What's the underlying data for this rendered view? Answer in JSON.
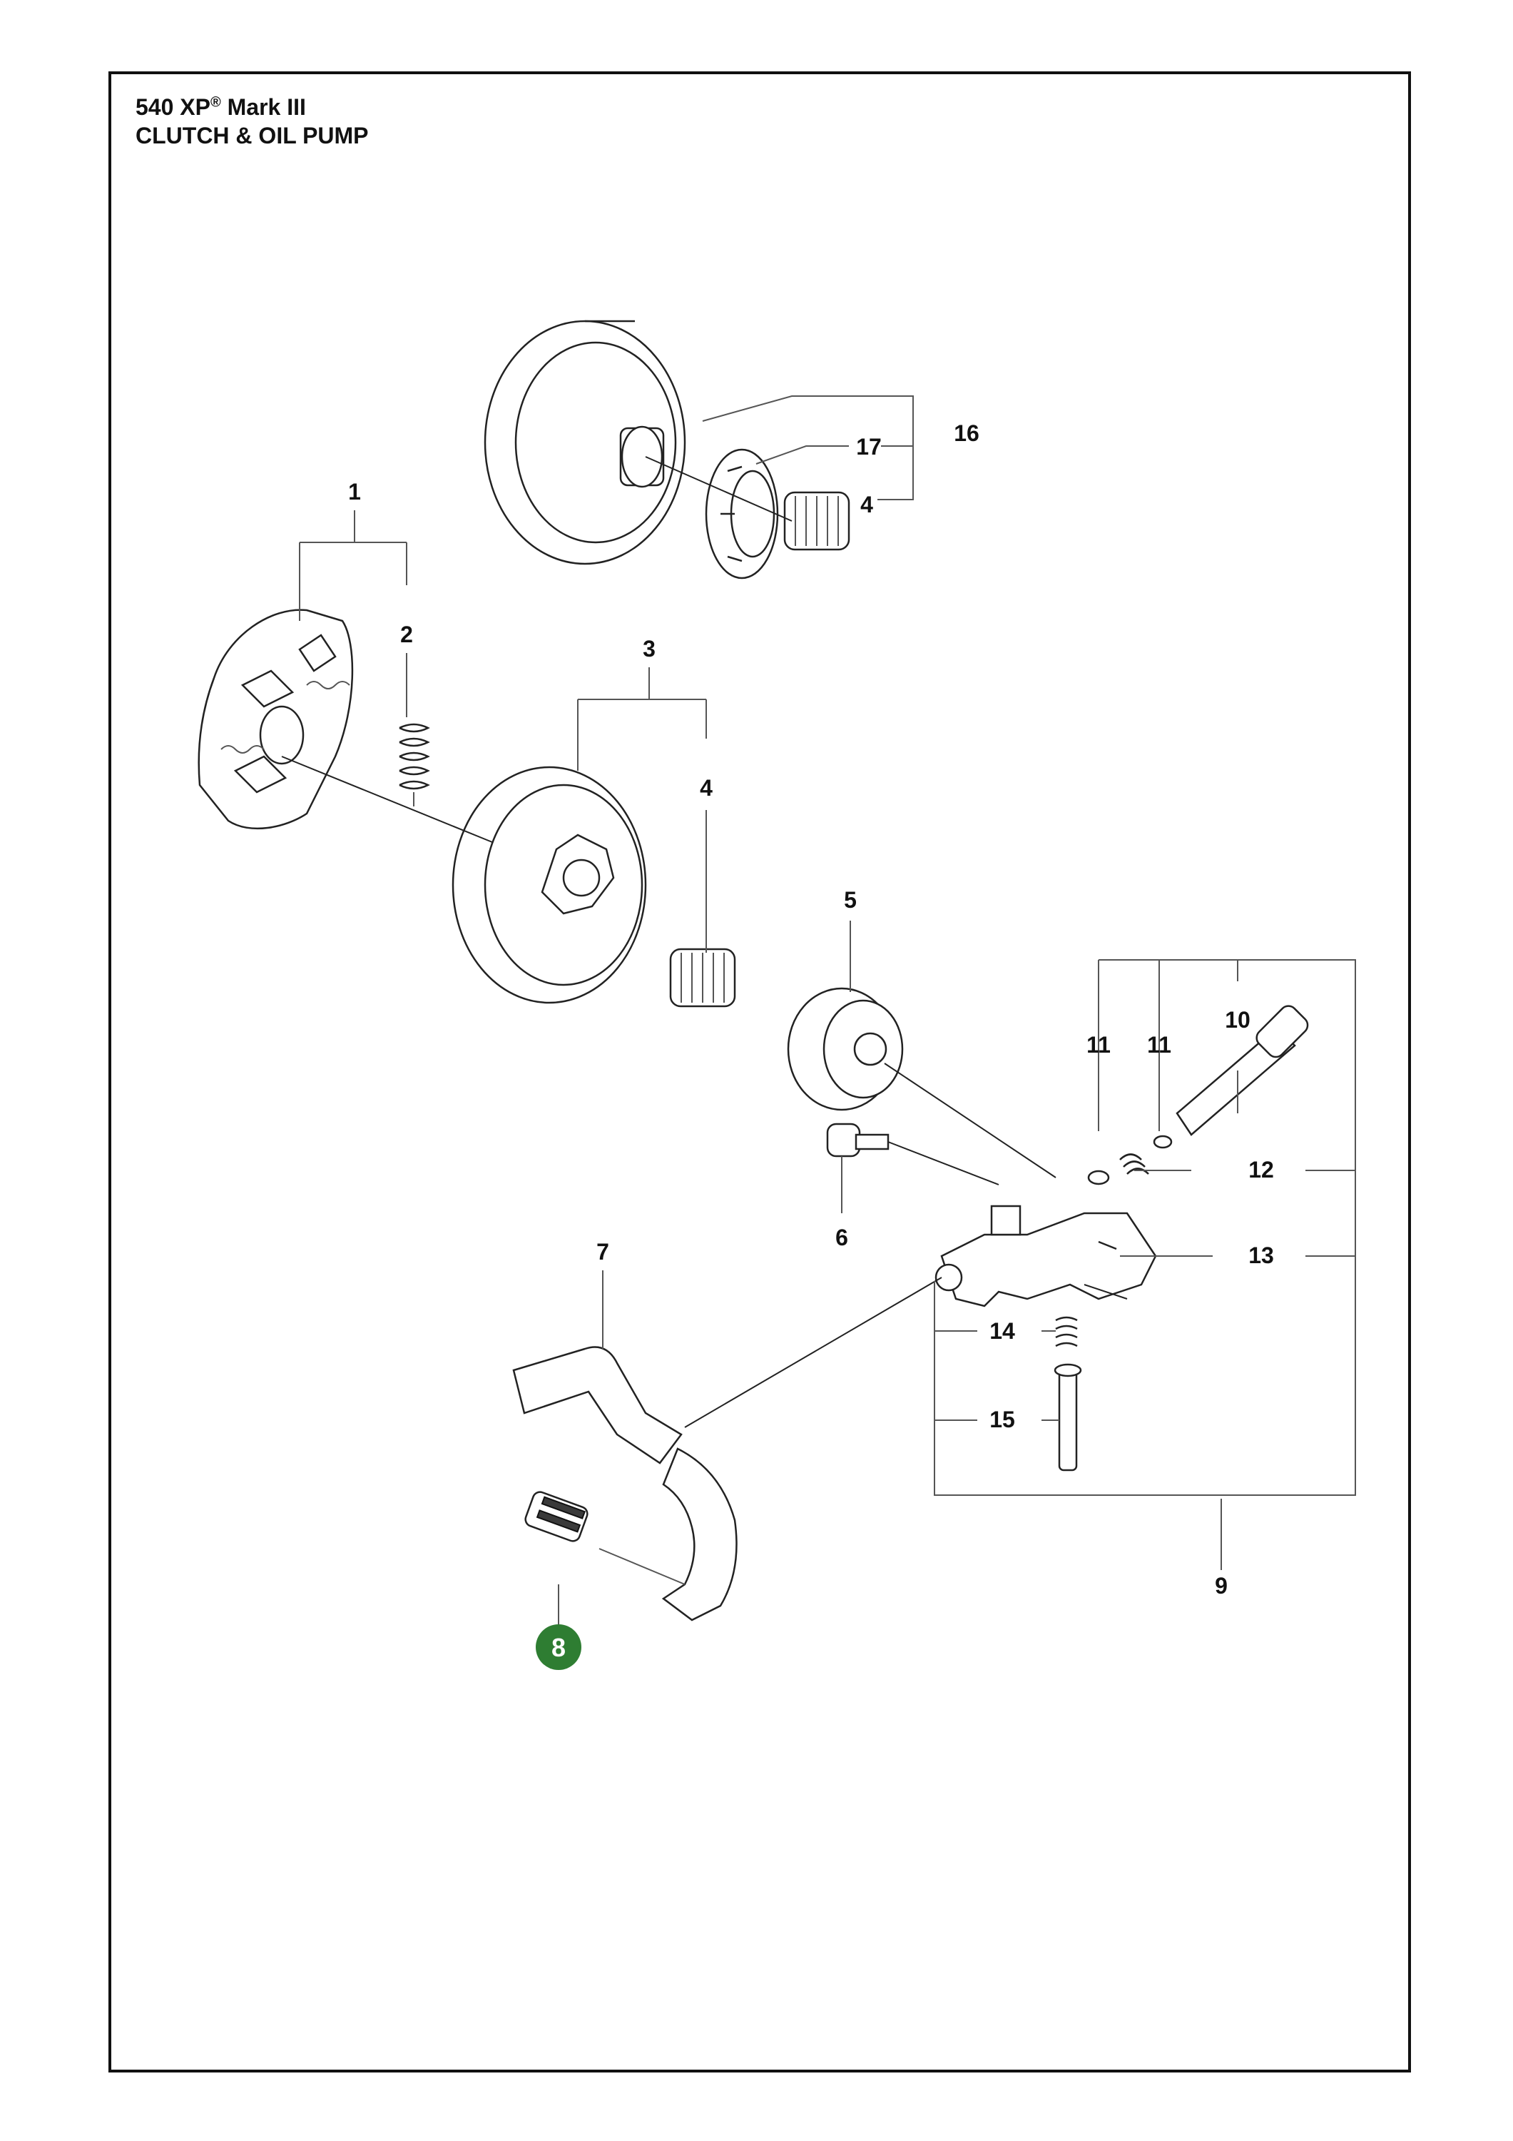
{
  "title": {
    "model": "540 XP",
    "registered_mark": "®",
    "model_suffix": "Mark III",
    "section": "CLUTCH & OIL PUMP"
  },
  "callouts": [
    {
      "id": "1",
      "label": "1"
    },
    {
      "id": "2",
      "label": "2"
    },
    {
      "id": "3",
      "label": "3"
    },
    {
      "id": "4a",
      "label": "4"
    },
    {
      "id": "4b",
      "label": "4"
    },
    {
      "id": "5",
      "label": "5"
    },
    {
      "id": "6",
      "label": "6"
    },
    {
      "id": "7",
      "label": "7"
    },
    {
      "id": "8",
      "label": "8",
      "highlighted": true
    },
    {
      "id": "9",
      "label": "9"
    },
    {
      "id": "10",
      "label": "10"
    },
    {
      "id": "11a",
      "label": "11"
    },
    {
      "id": "11b",
      "label": "11"
    },
    {
      "id": "12",
      "label": "12"
    },
    {
      "id": "13",
      "label": "13"
    },
    {
      "id": "14",
      "label": "14"
    },
    {
      "id": "15",
      "label": "15"
    },
    {
      "id": "16",
      "label": "16"
    },
    {
      "id": "17",
      "label": "17"
    }
  ],
  "colors": {
    "highlight": "#2e7d32",
    "line": "#222222",
    "frame": "#111111"
  },
  "icons": {
    "clutch": "clutch-shoe-assembly",
    "drum": "clutch-drum",
    "bearing": "needle-bearing",
    "pump": "oil-pump"
  }
}
